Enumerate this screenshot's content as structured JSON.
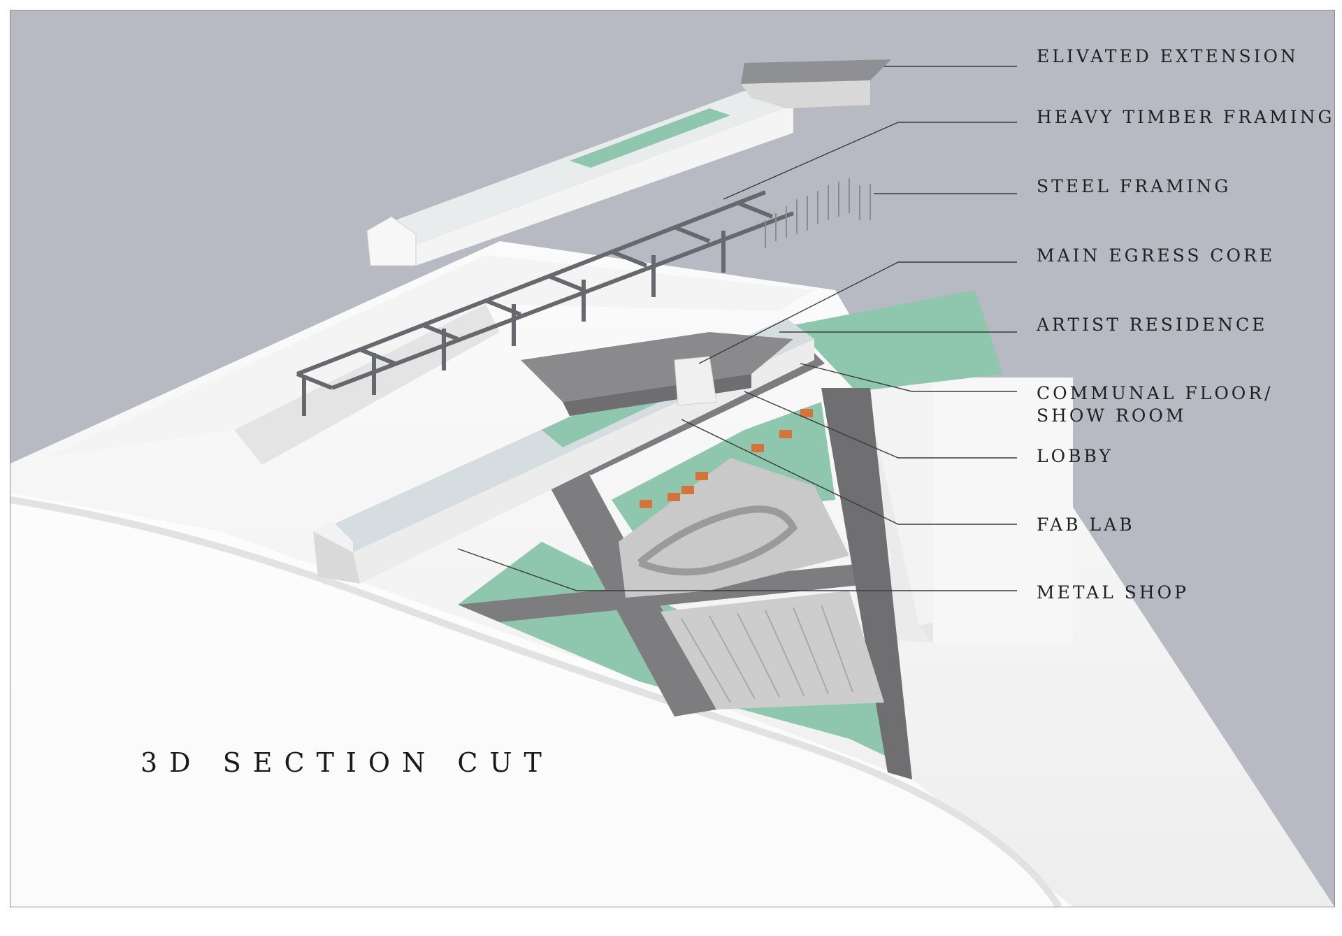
{
  "title": "3D SECTION CUT",
  "colors": {
    "background": "#b7b9c3",
    "ground": "#f6f6f6",
    "accent_green": "#8fc6ae",
    "road": "#7d7d7f",
    "steel": "#6c6d72",
    "leader": "#3a3a3a"
  },
  "labels": [
    {
      "id": "elivated-extension",
      "lines": [
        "ELIVATED EXTENSION"
      ]
    },
    {
      "id": "heavy-timber-framing",
      "lines": [
        "HEAVY TIMBER FRAMING"
      ]
    },
    {
      "id": "steel-framing",
      "lines": [
        "STEEL FRAMING"
      ]
    },
    {
      "id": "main-egress-core",
      "lines": [
        "MAIN EGRESS CORE"
      ]
    },
    {
      "id": "artist-residence",
      "lines": [
        "ARTIST RESIDENCE"
      ]
    },
    {
      "id": "communal-floor",
      "lines": [
        "COMMUNAL FLOOR/",
        "SHOW ROOM"
      ]
    },
    {
      "id": "lobby",
      "lines": [
        "LOBBY"
      ]
    },
    {
      "id": "fab-lab",
      "lines": [
        "FAB LAB"
      ]
    },
    {
      "id": "metal-shop",
      "lines": [
        "METAL SHOP"
      ]
    }
  ]
}
